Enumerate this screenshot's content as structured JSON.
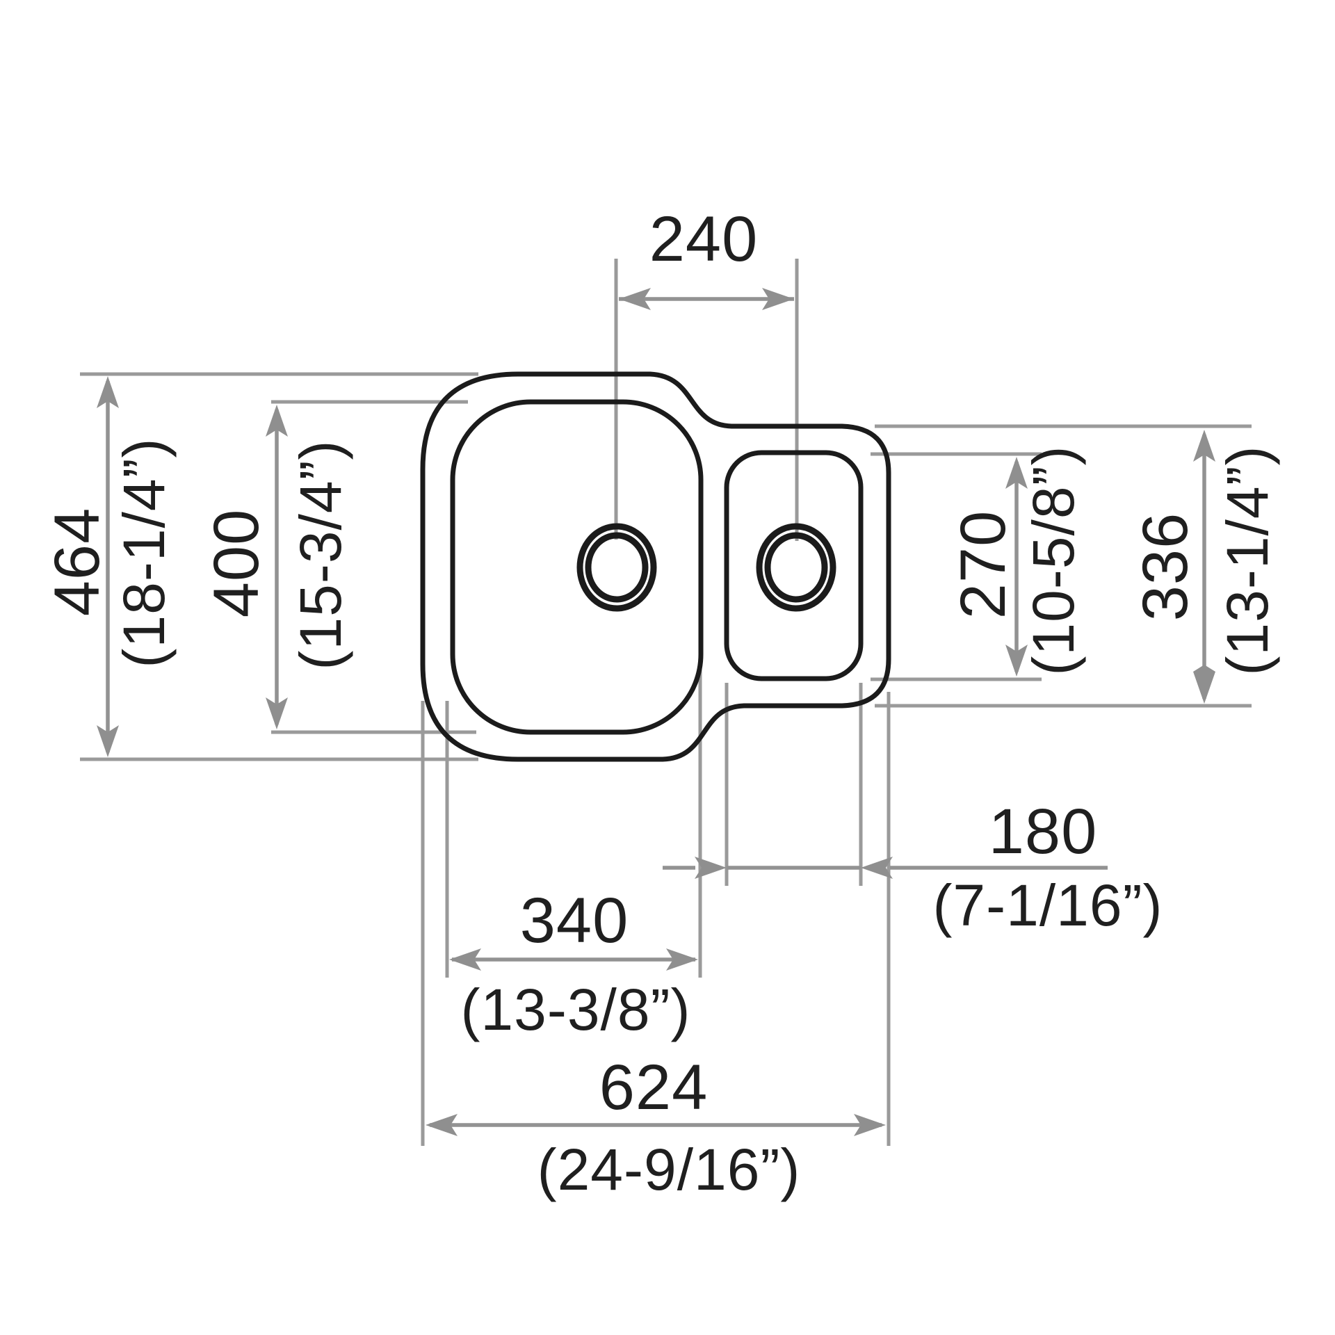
{
  "drawing": {
    "type": "technical-dimension-drawing",
    "subject": "double-bowl sink top view",
    "units": {
      "primary": "mm",
      "secondary": "inches"
    },
    "colors": {
      "outline": "#1b1b1b",
      "dimension_lines": "#9a9a9a",
      "arrowheads": "#8f8f8f",
      "label_text": "#1f1f1f",
      "background": "#ffffff"
    },
    "dimensions": {
      "drain_spacing": {
        "mm": "240",
        "inch": ""
      },
      "overall_depth": {
        "mm": "464",
        "inch": "(18-1/4”)"
      },
      "main_bowl_depth": {
        "mm": "400",
        "inch": "(15-3/4”)"
      },
      "small_bowl_depth": {
        "mm": "270",
        "inch": "(10-5/8”)"
      },
      "right_section_depth": {
        "mm": "336",
        "inch": "(13-1/4”)"
      },
      "main_bowl_width": {
        "mm": "340",
        "inch": "(13-3/8”)"
      },
      "small_bowl_width": {
        "mm": "180",
        "inch": "(7-1/16”)"
      },
      "overall_width": {
        "mm": "624",
        "inch": "(24-9/16”)"
      }
    }
  }
}
